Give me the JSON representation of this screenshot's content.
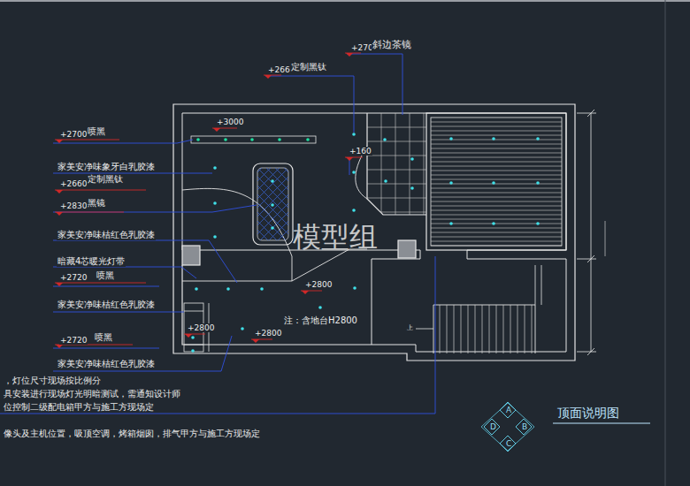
{
  "diagram": {
    "title": "顶面说明图",
    "labels": [
      "+2700",
      "斜边茶镜",
      "+2660",
      "定制黑钛",
      "+3000",
      "+2700",
      "喷黑",
      "+160",
      "家美安净味象牙白乳胶漆",
      "+2660",
      "定制黑钛",
      "+2830",
      "黑镜",
      "家美安净味桔红色乳胶漆",
      "暗藏4芯暖光灯带",
      "+2720",
      "喷黑",
      "+2800",
      "家美安净味桔红色乳胶漆",
      "+2800",
      "+2800",
      "注：含地台H2800",
      "+2720",
      "喷黑",
      "家美安净味桔红色乳胶漆",
      "，灯位尺寸现场按比例分",
      "具安装进行现场灯光明暗测试，需通知设计师",
      "位控制二级配电箱甲方与施工方现场定",
      "像头及主机位置，吸顶空调，烤箱烟囱，排气甲方与施工方现场定",
      "模型组",
      "上",
      "A",
      "D",
      "B",
      "C"
    ]
  }
}
